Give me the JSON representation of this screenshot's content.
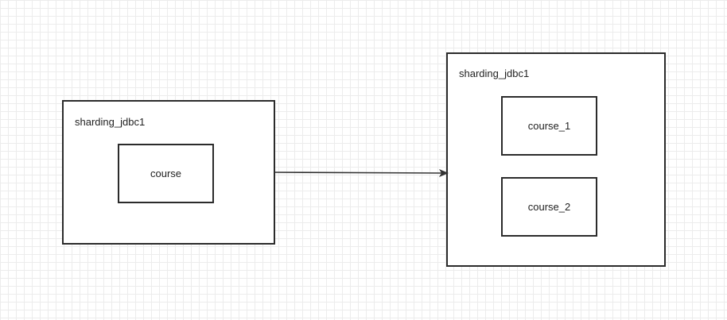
{
  "diagram": {
    "source_db": {
      "label": "sharding_jdbc1",
      "tables": [
        {
          "label": "course"
        }
      ]
    },
    "target_db": {
      "label": "sharding_jdbc1",
      "tables": [
        {
          "label": "course_1"
        },
        {
          "label": "course_2"
        }
      ]
    },
    "connector": {
      "from": "source_db",
      "to": "target_db",
      "color": "#333333"
    }
  }
}
